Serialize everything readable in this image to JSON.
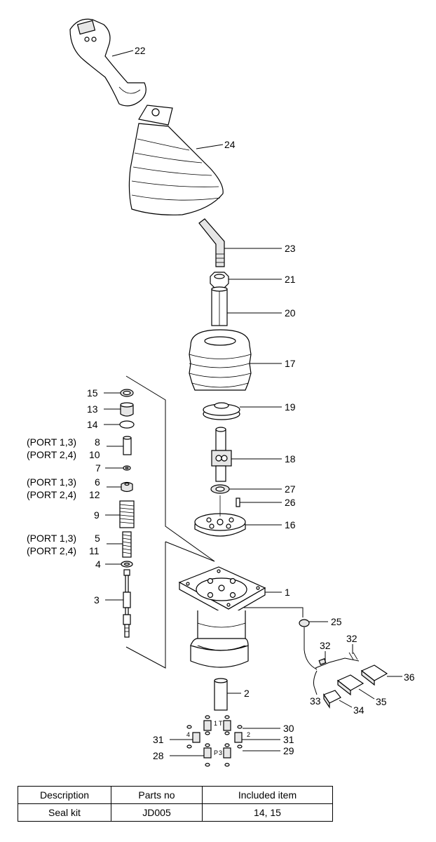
{
  "callouts": {
    "p1": "1",
    "p2": "2",
    "p3": "3",
    "p4": "4",
    "p5": "5",
    "p6": "6",
    "p7": "7",
    "p8": "8",
    "p9": "9",
    "p10": "10",
    "p11": "11",
    "p12": "12",
    "p13": "13",
    "p14": "14",
    "p15": "15",
    "p16": "16",
    "p17": "17",
    "p18": "18",
    "p19": "19",
    "p20": "20",
    "p21": "21",
    "p22": "22",
    "p23": "23",
    "p24": "24",
    "p25": "25",
    "p26": "26",
    "p27": "27",
    "p28": "28",
    "p29": "29",
    "p30": "30",
    "p31": "31",
    "p32": "32",
    "p33": "33",
    "p34": "34",
    "p35": "35",
    "p36": "36"
  },
  "port_labels": {
    "ports_1_3": "(PORT 1,3)",
    "ports_2_4": "(PORT 2,4)"
  },
  "base_port_marks": {
    "m1": "1",
    "mT": "T",
    "m2": "2",
    "m4": "4",
    "mP": "P",
    "m3": "3"
  },
  "table": {
    "headers": [
      "Description",
      "Parts no",
      "Included item"
    ],
    "rows": [
      [
        "Seal kit",
        "JD005",
        "14, 15"
      ]
    ]
  }
}
